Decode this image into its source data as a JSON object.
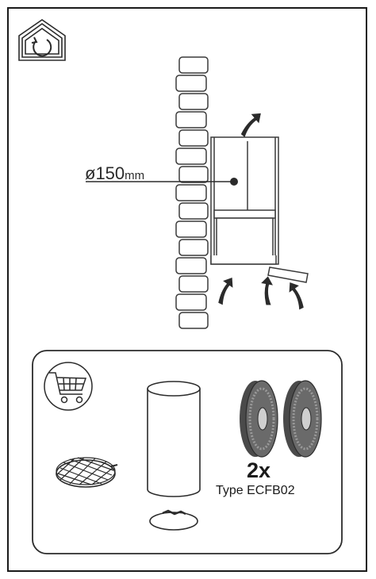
{
  "diagram": {
    "duct_diameter_value": "ø150",
    "duct_diameter_unit": "mm",
    "filter_quantity": "2x",
    "filter_type": "Type ECFB02"
  },
  "icons": {
    "header": "recirculation-house-icon",
    "accessories": "shopping-cart-icon"
  },
  "colors": {
    "line": "#2b2b2b",
    "filter_dark": "#4a4a4a",
    "panel_border": "#2b2b2b"
  }
}
